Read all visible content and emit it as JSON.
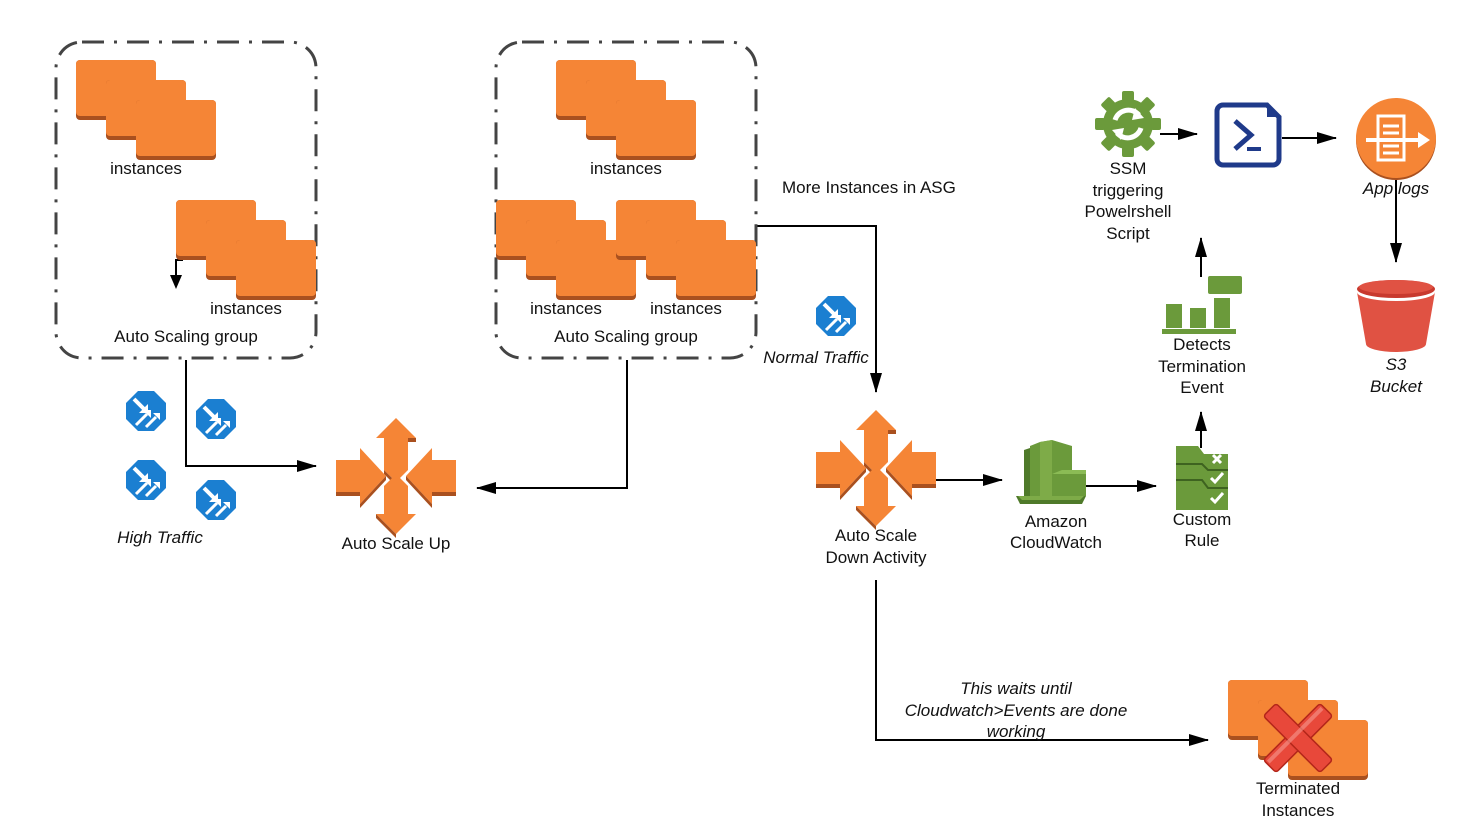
{
  "colors": {
    "aws_orange": "#f58536",
    "aws_orange_dark": "#a9501f",
    "aws_green": "#6b9a3b",
    "aws_green_dark": "#4f7a2a",
    "traffic_blue": "#1b7fd1",
    "powershell_navy": "#1f3a8a",
    "s3_red": "#e05243",
    "terminate_red": "#e8483a",
    "line": "#000000",
    "group_border": "#444444"
  },
  "groups": [
    {
      "label": "Auto Scaling group",
      "instances": [
        {
          "label": "instances"
        },
        {
          "label": "instances"
        }
      ]
    },
    {
      "label": "Auto Scaling group",
      "instances": [
        {
          "label": "instances"
        },
        {
          "label": "instances"
        },
        {
          "label": "instances"
        }
      ]
    }
  ],
  "traffic": {
    "high": {
      "label": "High Traffic",
      "icon": "traffic-router-icon",
      "count": 4
    },
    "normal": {
      "label": "Normal Traffic",
      "icon": "traffic-router-icon",
      "count": 1
    }
  },
  "nodes": {
    "scale_up": {
      "label": "Auto Scale Up",
      "icon": "auto-scaling-arrows-icon"
    },
    "scale_down": {
      "label_line1": "Auto Scale",
      "label_line2": "Down Activity",
      "icon": "auto-scaling-arrows-icon"
    },
    "cloudwatch": {
      "label_line1": "Amazon",
      "label_line2": "CloudWatch",
      "icon": "cloudwatch-icon"
    },
    "custom_rule": {
      "label_line1": "Custom",
      "label_line2": "Rule",
      "icon": "rule-checklist-icon"
    },
    "detects": {
      "label_line1": "Detects",
      "label_line2": "Termination",
      "label_line3": "Event",
      "icon": "bar-chart-event-icon"
    },
    "ssm": {
      "label_line1": "SSM",
      "label_line2": "triggering",
      "label_line3": "Powelrshell",
      "label_line4": "Script",
      "icon": "ssm-gear-icon"
    },
    "powershell": {
      "icon": "powershell-script-icon"
    },
    "app_logs": {
      "label": "App logs",
      "icon": "logs-export-icon"
    },
    "s3": {
      "label_line1": "S3",
      "label_line2": "Bucket",
      "icon": "s3-bucket-icon"
    },
    "terminated": {
      "label_line1": "Terminated",
      "label_line2": "Instances",
      "icon": "terminated-instances-icon"
    }
  },
  "annotations": {
    "more_instances": "More Instances in ASG",
    "wait_note_line1": "This waits until",
    "wait_note_line2": "Cloudwatch>Events are done",
    "wait_note_line3": "working"
  }
}
